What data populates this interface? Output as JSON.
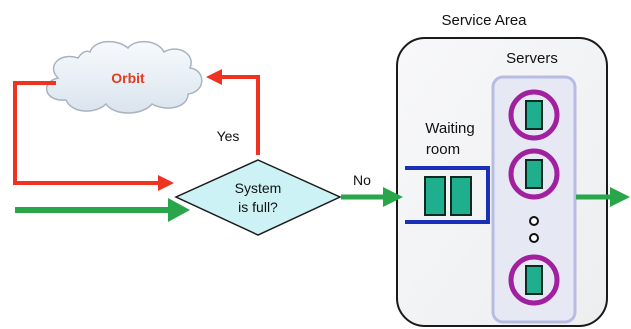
{
  "diagram": {
    "service_area": {
      "title": "Service Area",
      "fill": "#F3F4F5",
      "border": "#1A1A1A"
    },
    "servers": {
      "title": "Servers",
      "panel_fill": "#E5E7F3",
      "panel_border": "#B8BCE3",
      "ring_color": "#A020A0",
      "server_count_drawn": 3
    },
    "waiting_room": {
      "label_line_1": "Waiting",
      "label_line_2": "room",
      "border": "#1A2FB8",
      "slot_count": 2
    },
    "decision": {
      "line_1": "System",
      "line_2": "is full?",
      "fill": "#CDF2F6",
      "border": "#1A1A1A"
    },
    "branches": {
      "yes_label": "Yes",
      "no_label": "No"
    },
    "orbit": {
      "label": "Orbit",
      "label_color": "#E43B1E",
      "cloud_fill": "#E7EEF4",
      "cloud_border": "#A9B3C0"
    },
    "colors": {
      "arrival_arrow": "#2AA64A",
      "retry_arrow": "#EE3321",
      "job_block": "#1FAF8E",
      "job_border": "#0B2A20"
    },
    "icons": {
      "continuation": "vertical-ellipsis"
    }
  }
}
